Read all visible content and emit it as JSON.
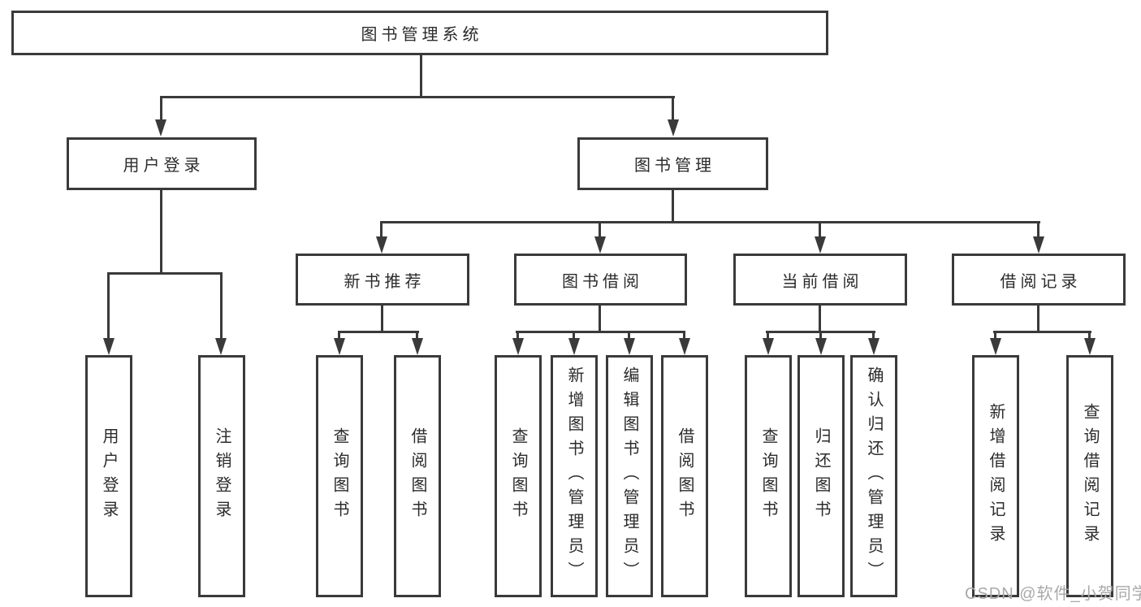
{
  "colors": {
    "line": "#3a3a3a",
    "text": "#2b2b2b",
    "background": "#ffffff",
    "watermark": "#a9a9a9"
  },
  "watermark": {
    "text": "CSDN @软件_小贺同学"
  },
  "diagram": {
    "title": "图书管理系统",
    "root": {
      "label": "图书管理系统"
    },
    "level2": [
      {
        "label": "用户登录"
      },
      {
        "label": "图书管理"
      }
    ],
    "level3": [
      {
        "label": "新书推荐",
        "parent": "图书管理"
      },
      {
        "label": "图书借阅",
        "parent": "图书管理"
      },
      {
        "label": "当前借阅",
        "parent": "图书管理"
      },
      {
        "label": "借阅记录",
        "parent": "图书管理"
      }
    ],
    "leaves": [
      {
        "label": "用户登录",
        "parent": "用户登录"
      },
      {
        "label": "注销登录",
        "parent": "用户登录"
      },
      {
        "label": "查询图书",
        "parent": "新书推荐"
      },
      {
        "label": "借阅图书",
        "parent": "新书推荐"
      },
      {
        "label": "查询图书",
        "parent": "图书借阅"
      },
      {
        "label": "新增图书（管理员）",
        "parent": "图书借阅"
      },
      {
        "label": "编辑图书（管理员）",
        "parent": "图书借阅"
      },
      {
        "label": "借阅图书",
        "parent": "图书借阅"
      },
      {
        "label": "查询图书",
        "parent": "当前借阅"
      },
      {
        "label": "归还图书",
        "parent": "当前借阅"
      },
      {
        "label": "确认归还（管理员）",
        "parent": "当前借阅"
      },
      {
        "label": "新增借阅记录",
        "parent": "借阅记录"
      },
      {
        "label": "查询借阅记录",
        "parent": "借阅记录"
      }
    ]
  }
}
